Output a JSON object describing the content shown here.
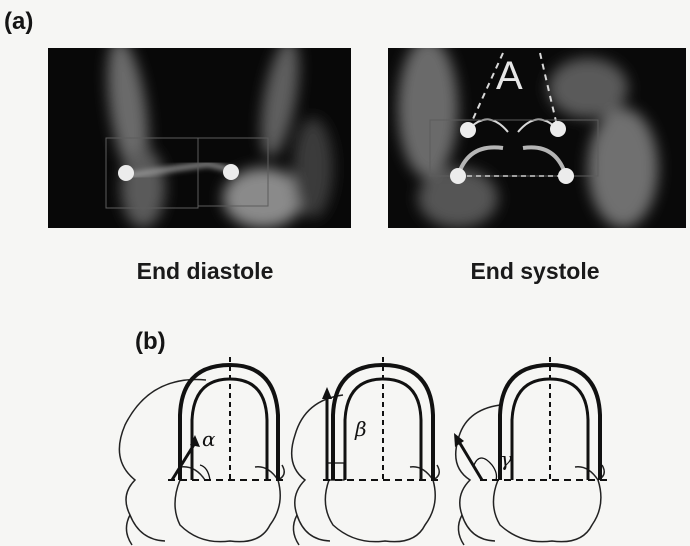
{
  "panel_a": {
    "label": "(a)",
    "left_caption": "End diastole",
    "right_caption": "End systole",
    "annotation": "A"
  },
  "panel_b": {
    "label": "(b)",
    "angles": [
      "α",
      "β",
      "γ"
    ]
  }
}
